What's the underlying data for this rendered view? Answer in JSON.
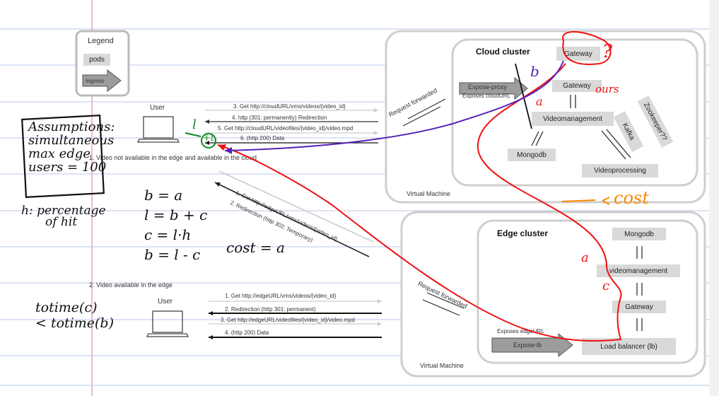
{
  "legend": {
    "title": "Legend",
    "pods": "pods",
    "ingress": "Ingress"
  },
  "cloud": {
    "title": "Cloud cluster",
    "gateway_top": "Gateway",
    "gateway": "Gateway",
    "expose": "Expose-proxy",
    "exposes": "Exposes cloudURL",
    "videomanagement": "Videomanagement",
    "mongodb": "Mongodb",
    "kafka": "Kafka",
    "zookeeper": "Zookeeper??",
    "videoprocessing": "Videoprocessing",
    "vm": "Virtual Machine",
    "request_forwarded": "Request forwarded"
  },
  "edge": {
    "title": "Edge cluster",
    "mongodb": "Mongodb",
    "videomanagement": "videomanagement",
    "gateway": "Gateway",
    "lb": "Load balancer (lb)",
    "expose": "Expose-lb",
    "exposes": "Exposes edgeURL",
    "vm": "Virtual Machine",
    "request_forwarded": "Request forwarded"
  },
  "scenario1": {
    "user": "User",
    "caption": "1. Video not available in the edge and available in the cloud",
    "m3": "3. Get http://cloudURL/vms/videos/{video_id}",
    "m4": "4. http (301: permanently) Redirection",
    "m5": "5. Get http://cloudURL/videofiles/{video_id}/video.mpd",
    "m6": "6. (http 200) Data",
    "d1": "1. Get http://edgeURL/vms/videos/{video_id}",
    "d2": "2. Redirection (http 302: Temporary)"
  },
  "scenario2": {
    "user": "User",
    "caption": "2. Video available in the edge",
    "m1": "1. Get http://edgeURL/vms/videos/{video_id}",
    "m2": "2. Redirection (http 301: permanent)",
    "m3": "3. Get http://edgeURL/videofiles/{video_id}/video.mpd",
    "m4": "4. (http 200) Data"
  },
  "notes": {
    "assumptions": [
      "Assumptions:",
      "simultaneous",
      "max edge",
      "users = 100"
    ],
    "h_def": [
      "h: percentage",
      "of hit"
    ],
    "eqs": [
      "b = a",
      "l = b + c",
      "c = l·h",
      "b = l - c"
    ],
    "cost_eq": "cost = a",
    "totime": [
      "totime(c)",
      "< totime(b)"
    ],
    "cost_label": "cost",
    "ours": "ours",
    "q": "?",
    "b_label": "b",
    "a_cloud": "a",
    "a_edge": "a",
    "c_edge": "c",
    "l_label": "l",
    "h_mark": "+t"
  },
  "colors": {
    "red": "#ee1111",
    "purple": "#5522bb",
    "green": "#118822",
    "orange": "#ff8800",
    "grid": "#b8c8ec",
    "margin": "#e8a0c8"
  }
}
